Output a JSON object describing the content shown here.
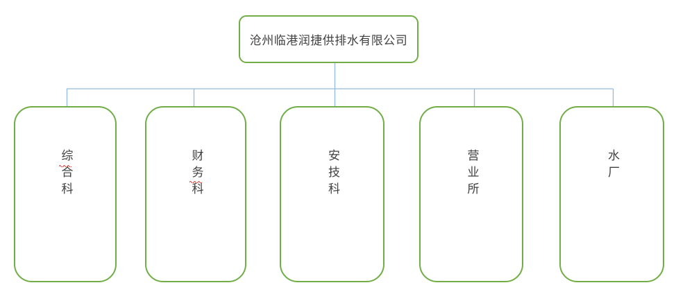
{
  "org_chart": {
    "root": {
      "label": "沧州临港润捷供排水有限公司"
    },
    "departments": [
      {
        "label": "综合科"
      },
      {
        "label": "财务科"
      },
      {
        "label": "安技科"
      },
      {
        "label": "营业所"
      },
      {
        "label": "水厂"
      }
    ],
    "spellcheck_marks": [
      {
        "department_index": 0,
        "char_index": 0,
        "char": "综"
      },
      {
        "department_index": 1,
        "char_index": 1,
        "char": "务"
      }
    ]
  },
  "colors": {
    "box_border_green": "#70AD47",
    "connector_blue": "#95B9E2",
    "text_color": "#404040",
    "squiggle_red": "#E0332B",
    "background": "#FFFFFF"
  }
}
